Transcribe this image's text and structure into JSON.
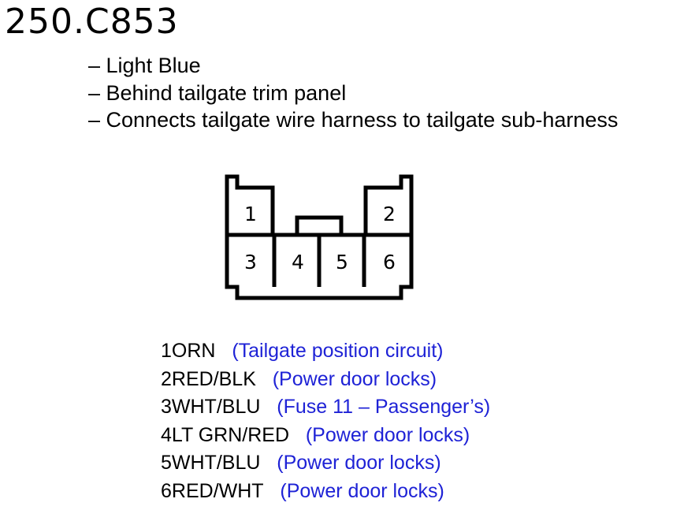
{
  "title": "250.C853",
  "notes": [
    "– Light Blue",
    "– Behind tailgate trim panel",
    "– Connects tailgate wire harness to tailgate sub-harness"
  ],
  "connector": {
    "cavities": [
      "1",
      "2",
      "3",
      "4",
      "5",
      "6"
    ]
  },
  "pins": [
    {
      "number": "1",
      "color": "ORN",
      "description": "(Tailgate position circuit)"
    },
    {
      "number": "2",
      "color": "RED/BLK",
      "description": "(Power door locks)"
    },
    {
      "number": "3",
      "color": "WHT/BLU",
      "description": "(Fuse 11 – Passenger’s)"
    },
    {
      "number": "4",
      "color": "LT GRN/RED",
      "description": "(Power door locks)"
    },
    {
      "number": "5",
      "color": "WHT/BLU",
      "description": "(Power door locks)"
    },
    {
      "number": "6",
      "color": "RED/WHT",
      "description": "(Power door locks)"
    }
  ],
  "colors": {
    "description_text": "#1e22d6",
    "outline": "#000000"
  }
}
